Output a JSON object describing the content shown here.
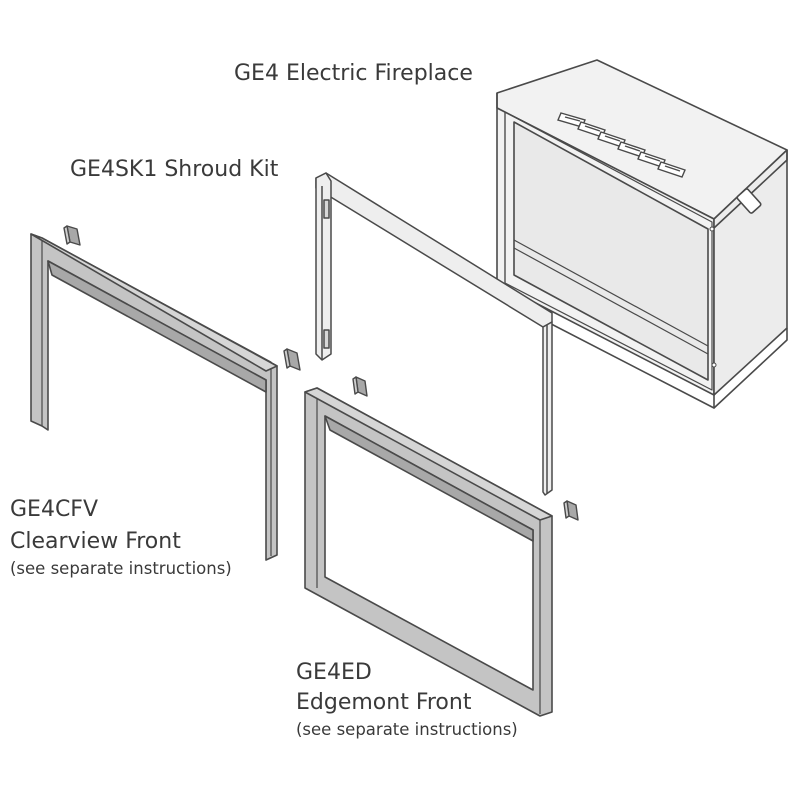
{
  "labels": {
    "fireplace": "GE4 Electric Fireplace",
    "shroud": "GE4SK1 Shroud Kit",
    "clearview": {
      "model": "GE4CFV",
      "name": "Clearview Front",
      "note": "(see separate instructions)"
    },
    "edgemont": {
      "model": "GE4ED",
      "name": "Edgemont Front",
      "note": "(see separate instructions)"
    }
  },
  "colors": {
    "outline": "#4a4a4a",
    "frame_fill": "#c4c4c4",
    "frame_shadow": "#a8a8a8",
    "box_fill": "#f2f2f2",
    "glass_fill": "#e9e9e9",
    "text": "#3a3a3a"
  }
}
